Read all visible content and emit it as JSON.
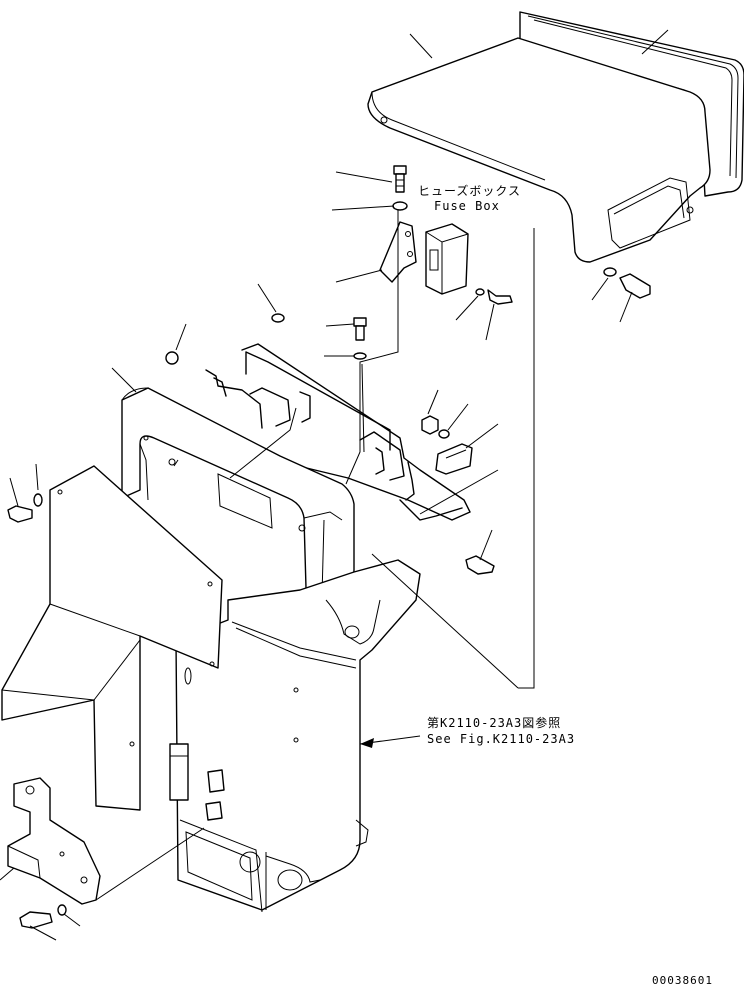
{
  "labels": {
    "fuse_box_jp": "ヒューズボックス",
    "fuse_box_en": "Fuse Box",
    "ref_jp": "第K2110-23A3図参照",
    "ref_en": "See Fig.K2110-23A3",
    "drawing_number": "00038601"
  }
}
